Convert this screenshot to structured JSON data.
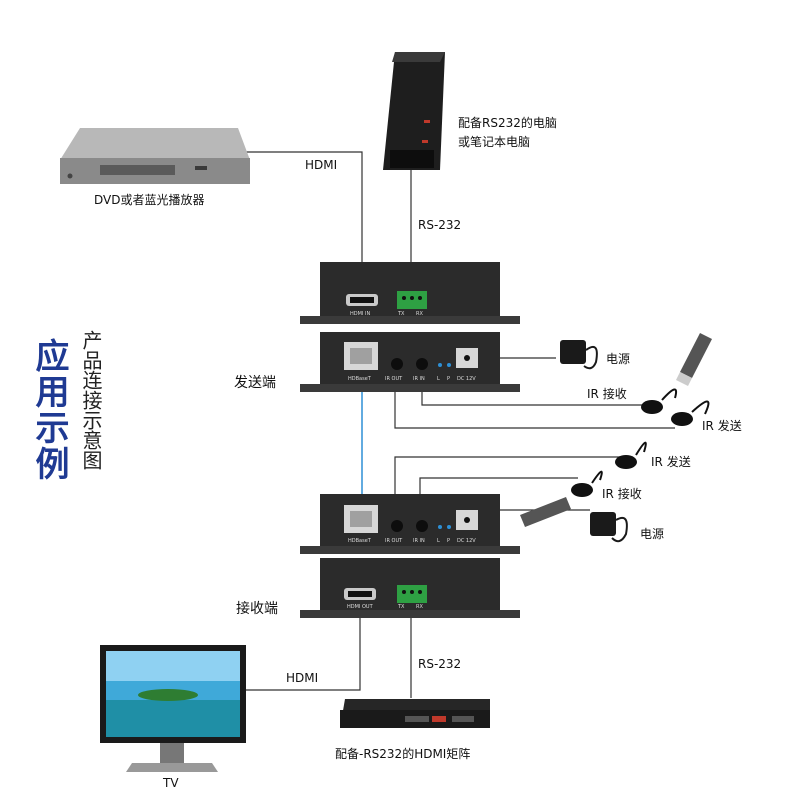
{
  "title": {
    "main": "应用示例",
    "sub": "产品连接示意图"
  },
  "devices": {
    "dvd": "DVD或者蓝光播放器",
    "pc": "配备RS232的电脑\n或笔记本电脑",
    "tv": "TV",
    "matrix": "配备-RS232的HDMI矩阵"
  },
  "cables": {
    "hdmi_top": "HDMI",
    "rs232_top": "RS-232",
    "hdmi_bottom": "HDMI",
    "rs232_bottom": "RS-232"
  },
  "units": {
    "sender": "发送端",
    "receiver": "接收端"
  },
  "accessories": {
    "power_top": "电源",
    "ir_rx_top": "IR 接收",
    "ir_tx_top": "IR 发送",
    "ir_tx_bottom": "IR 发送",
    "ir_rx_bottom": "IR 接收",
    "power_bottom": "电源"
  },
  "ports": {
    "hdmi_in": "HDMI IN",
    "tx": "TX",
    "rx": "RX",
    "hdbaset": "HDBaseT",
    "ir_out": "IR OUT",
    "ir_in": "IR IN",
    "l": "L",
    "p": "P",
    "dc": "DC 12V",
    "hdmi_out": "HDMI OUT"
  },
  "colors": {
    "title_blue": "#1f3a93",
    "link_blue": "#2d8fd5",
    "device_dark": "#2b2b2b"
  }
}
